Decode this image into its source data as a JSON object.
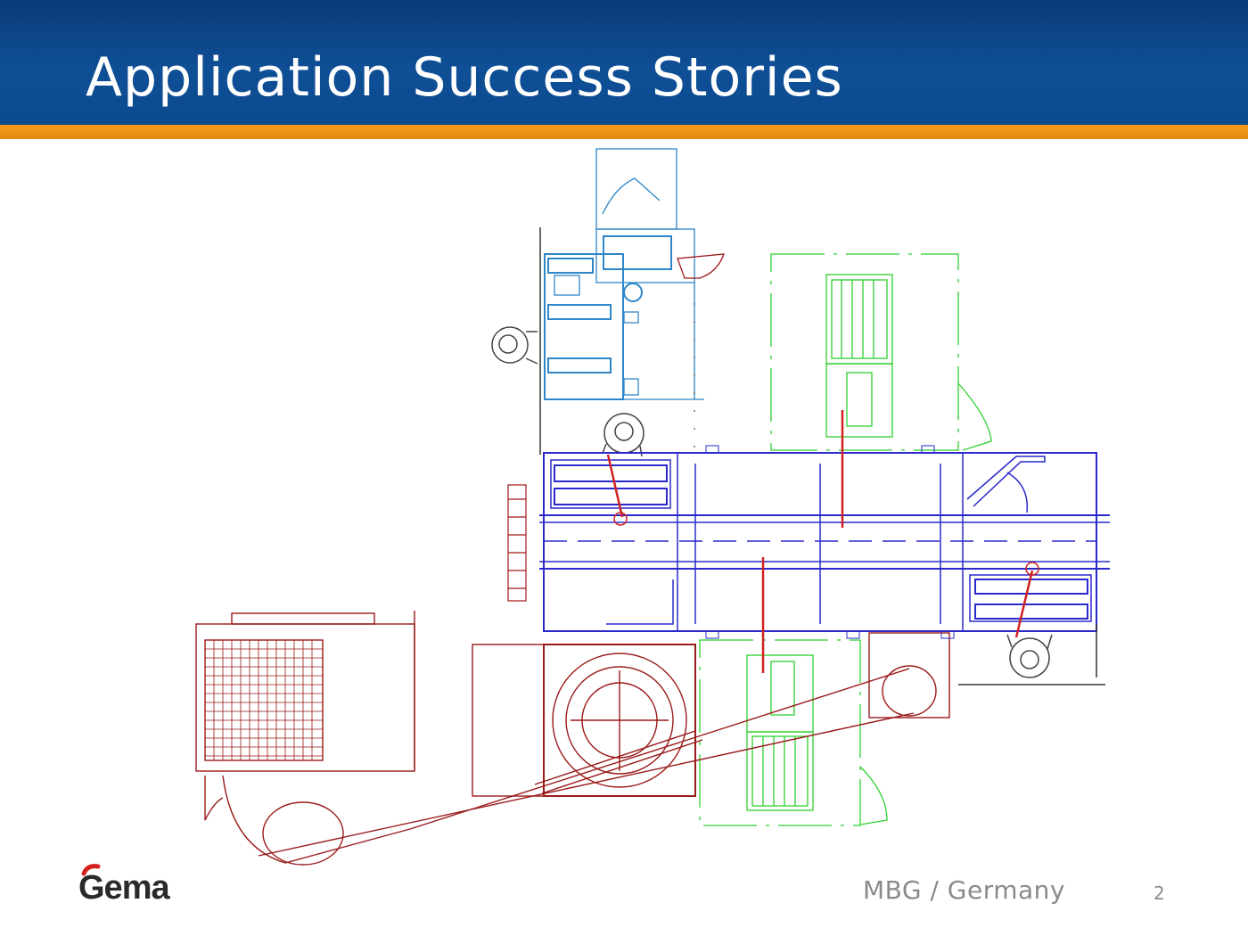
{
  "slide": {
    "title": "Application Success Stories",
    "location": "MBG / Germany",
    "page_number": "2",
    "logo_text": "Gema"
  },
  "colors": {
    "header_blue": "#0f4f96",
    "accent_orange": "#f39a1c",
    "drawing_blue": "#2a2acc",
    "drawing_cyan": "#2e86c8",
    "drawing_green": "#2fd02f",
    "drawing_red": "#a01818",
    "logo_red": "#d6201f"
  }
}
